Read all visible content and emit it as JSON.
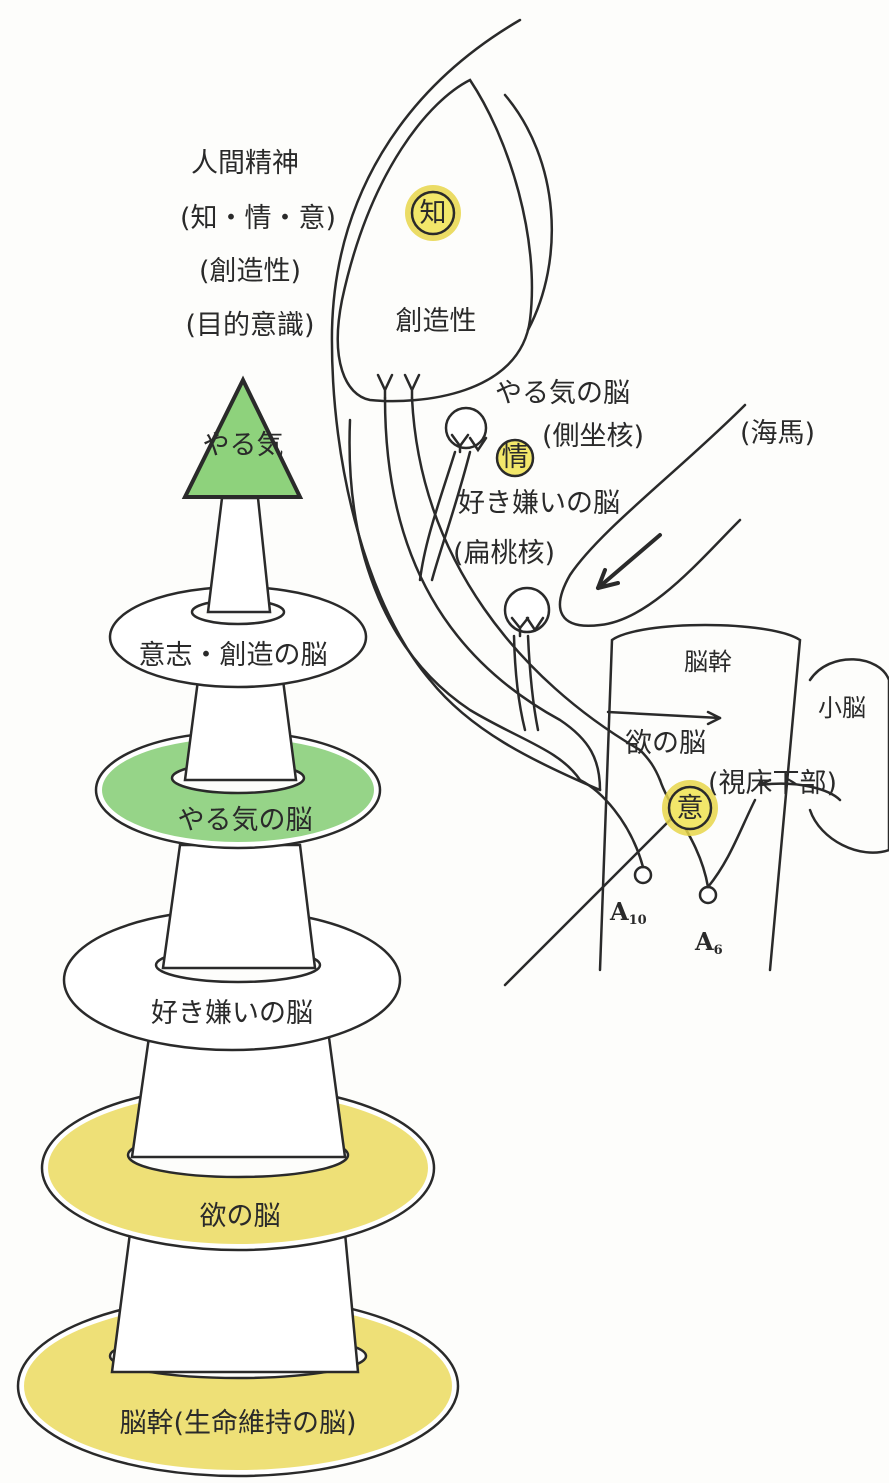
{
  "tower": {
    "header": [
      "人間精神",
      "(知・情・意)",
      "(創造性)",
      "(目的意識)"
    ],
    "arrow_label": "やる気",
    "rings": [
      {
        "label": "意志・創造の脳",
        "tint": "none"
      },
      {
        "label": "やる気の脳",
        "tint": "green"
      },
      {
        "label": "好き嫌いの脳",
        "tint": "none"
      },
      {
        "label": "欲の脳",
        "tint": "yellow"
      },
      {
        "label": "脳幹(生命維持の脳)",
        "tint": "yellow"
      }
    ]
  },
  "brain": {
    "chi": "知",
    "sozosei": "創造性",
    "yaruki_brain": "やる気の脳",
    "sokuzakaku": "(側坐核)",
    "jo": "情",
    "sukikirai_brain": "好き嫌いの脳",
    "hentoukaku": "(扁桃核)",
    "kaiba": "(海馬)",
    "noukan": "脳幹",
    "shounou": "小脳",
    "yoku_brain": "欲の脳",
    "shishoukabu": "(視床下部)",
    "i": "意",
    "a10_letter": "A",
    "a10_sub": "10",
    "a6_letter": "A",
    "a6_sub": "6"
  },
  "colors": {
    "ink": "#2a2a2a",
    "green_wash": "#7cc96a",
    "yellow_wash": "#e8d64a",
    "paper": "#fdfdfb"
  }
}
